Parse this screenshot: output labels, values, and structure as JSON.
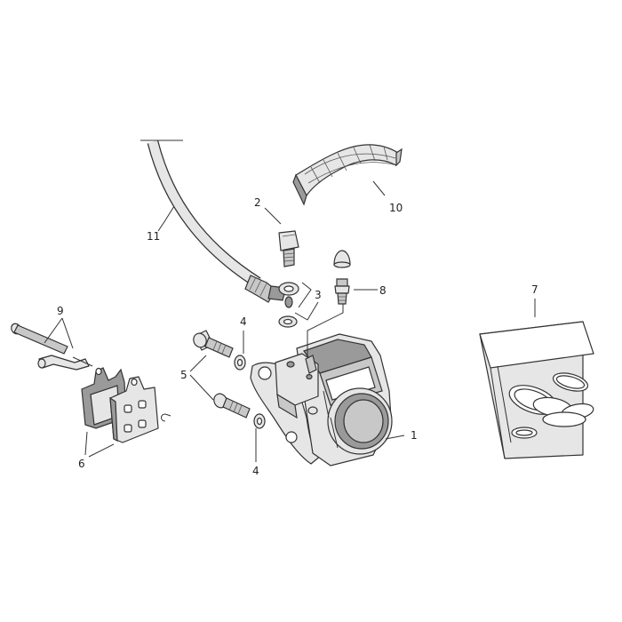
{
  "callouts": {
    "c1": "1",
    "c2": "2",
    "c3": "3",
    "c4a": "4",
    "c4b": "4",
    "c5": "5",
    "c6": "6",
    "c7": "7",
    "c8": "8",
    "c9": "9",
    "c10": "10",
    "c11": "11"
  },
  "colors": {
    "stroke": "#333333",
    "fill_light": "#e6e6e6",
    "fill_dark": "#9a9a9a"
  }
}
